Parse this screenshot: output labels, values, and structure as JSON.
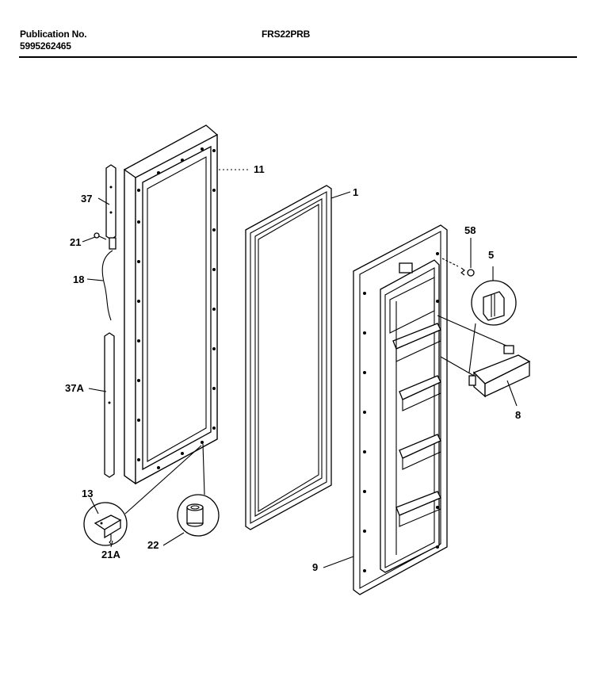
{
  "header": {
    "publication_label": "Publication No.",
    "publication_number": "5995262465",
    "model": "FRS22PRB"
  },
  "callouts": {
    "c11": "11",
    "c1": "1",
    "c37": "37",
    "c21": "21",
    "c18": "18",
    "c37A": "37A",
    "c13": "13",
    "c21A": "21A",
    "c22": "22",
    "c58": "58",
    "c5": "5",
    "c8": "8",
    "c9": "9"
  }
}
